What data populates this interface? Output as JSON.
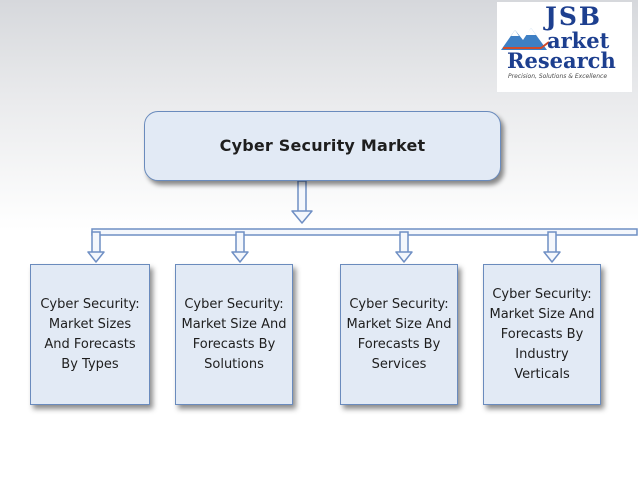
{
  "logo": {
    "line1": "JSB",
    "line2": "arket",
    "line3": "Research",
    "tagline": "Precision, Solutions & Excellence"
  },
  "root": {
    "label": "Cyber Security Market"
  },
  "children": [
    {
      "label": "Cyber Security: Market Sizes And Forecasts By Types"
    },
    {
      "label": "Cyber Security: Market Size And Forecasts By Solutions"
    },
    {
      "label": "Cyber Security: Market Size And Forecasts By Services"
    },
    {
      "label": "Cyber Security: Market Size And Forecasts By Industry Verticals"
    }
  ],
  "colors": {
    "box_fill": "#e2eaf5",
    "box_border": "#6a8bbd",
    "connector": "#6f8fc4",
    "logo_text": "#1d3f8f"
  }
}
